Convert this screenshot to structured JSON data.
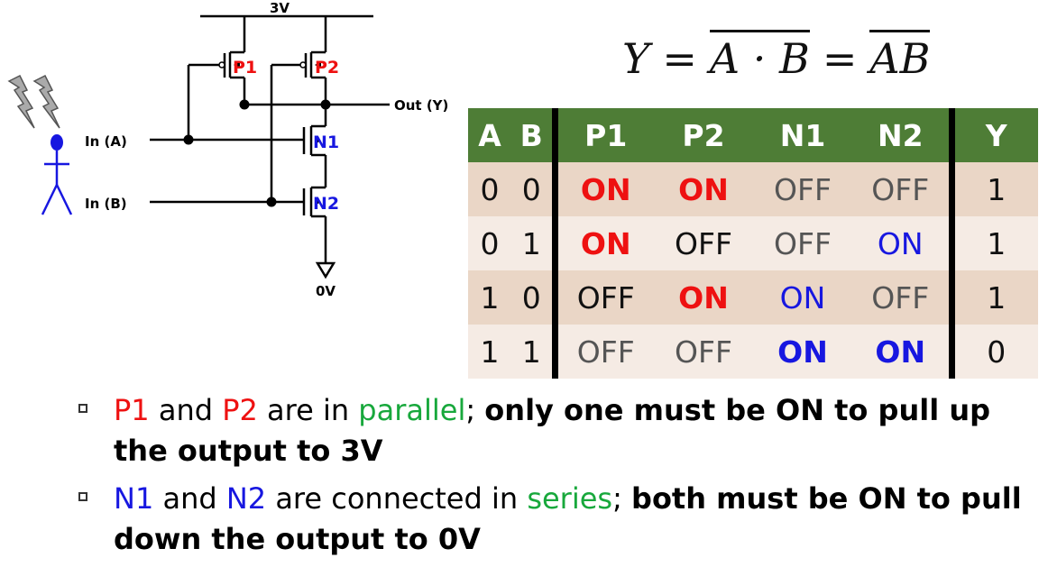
{
  "circuit": {
    "vdd_label": "3V",
    "gnd_label": "0V",
    "out_label": "Out (Y)",
    "in_a_label": "In (A)",
    "in_b_label": "In (B)",
    "p1_label": "P1",
    "p2_label": "P2",
    "n1_label": "N1",
    "n2_label": "N2"
  },
  "equation": {
    "lhs": "Y",
    "eq1": "=",
    "mid": "A · B",
    "eq2": "=",
    "rhs": "AB"
  },
  "table": {
    "headers": [
      "A",
      "B",
      "P1",
      "P2",
      "N1",
      "N2",
      "Y"
    ],
    "rows": [
      [
        "0",
        "0",
        "ON",
        "ON",
        "OFF",
        "OFF",
        "1"
      ],
      [
        "0",
        "1",
        "ON",
        "OFF",
        "OFF",
        "ON",
        "1"
      ],
      [
        "1",
        "0",
        "OFF",
        "ON",
        "ON",
        "OFF",
        "1"
      ],
      [
        "1",
        "1",
        "OFF",
        "OFF",
        "ON",
        "ON",
        "0"
      ]
    ]
  },
  "bullets": [
    {
      "p1": "P1",
      "and": " and ",
      "p2": "P2",
      "mid": " are in ",
      "kind": "parallel",
      "semi": "; ",
      "bold": "only one must be ON to pull up the output to 3V"
    },
    {
      "p1": "N1",
      "and": " and ",
      "p2": "N2",
      "mid": " are connected in ",
      "kind": "series",
      "semi": "; ",
      "bold": "both must be ON to pull down the output to 0V"
    }
  ],
  "colors": {
    "red": "#ee1111",
    "blue": "#1717e0",
    "green": "#18a83c",
    "header_green": "#4e7d36",
    "row_dark": "#ead6c6",
    "row_light": "#f5ebe4"
  }
}
